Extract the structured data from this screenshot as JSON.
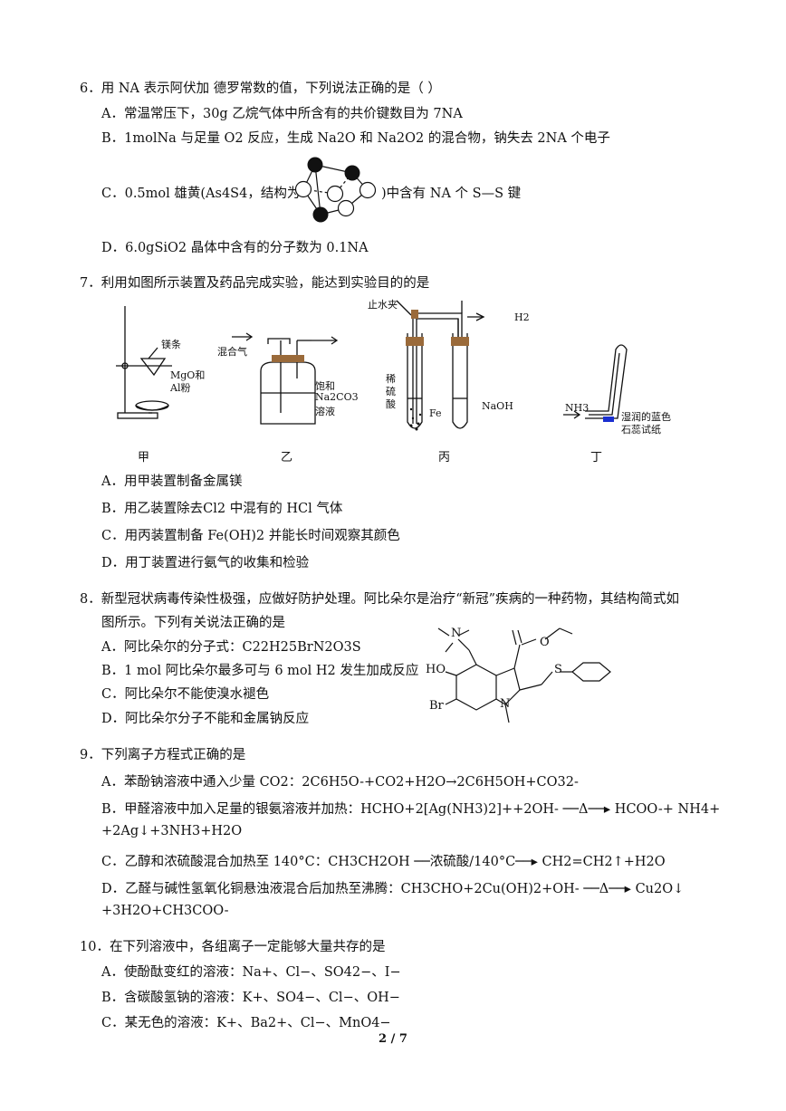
{
  "q6": {
    "stem": "6．用 NA 表示阿伏加  德罗常数的值，下列说法正确的是（    ）",
    "a": "A．常温常压下，30g 乙烷气体中所含有的共价键数目为 7NA",
    "b": "B．1molNa 与足量 O2 反应，生成 Na2O 和 Na2O2 的混合物，钠失去 2NA 个电子",
    "c_pre": "C．0.5mol 雄黄(As4S4，结构为",
    "c_post": ")中含有 NA 个 S—S 键",
    "d": "D．6.0gSiO2 晶体中含有的分子数为 0.1NA"
  },
  "q7": {
    "stem": "7．利用如图所示装置及药品完成实验，能达到实验目的的是",
    "labels": {
      "mg": "镁条",
      "mgo": "MgO和",
      "al": "Al粉",
      "mixed_gas": "混合气",
      "sat1": "饱和",
      "sat2": "Na2CO3",
      "sat3": "溶液",
      "clamp": "止水夹",
      "h2": "H2",
      "dil1": "稀",
      "dil2": "硫",
      "dil3": "酸",
      "fe": "Fe",
      "naoh": "NaOH",
      "nh3": "NH3",
      "paper1": "湿润的蓝色",
      "paper2": "石蕊试纸"
    },
    "captions": [
      "甲",
      "乙",
      "丙",
      "丁"
    ],
    "a": "A．用甲装置制备金属镁",
    "b": "B．用乙装置除去Cl2 中混有的 HCl 气体",
    "c": "C．用丙装置制备 Fe(OH)2 并能长时间观察其颜色",
    "d": "D．用丁装置进行氨气的收集和检验"
  },
  "q8": {
    "stem1": "8．新型冠状病毒传染性极强，应做好防护处理。阿比朵尔是治疗“新冠”疾病的一种药物，其结构简式如",
    "stem2": "图所示。下列有关说法正确的是",
    "a": "A．阿比朵尔的分子式：C22H25BrN2O3S",
    "b": "B．1 mol 阿比朵尔最多可与 6 mol H2 发生加成反应",
    "c": "C．阿比朵尔不能使溴水褪色",
    "d": "D．阿比朵尔分子不能和金属钠反应",
    "atoms": {
      "n": "N",
      "o": "O",
      "s": "S",
      "ho": "HO",
      "br": "Br"
    }
  },
  "q9": {
    "stem": "9．下列离子方程式正确的是",
    "a": "A．苯酚钠溶液中通入少量 CO2：2C6H5O-+CO2+H2O→2C6H5OH+CO32-",
    "b1": "B．甲醛溶液中加入足量的银氨溶液并加热：HCHO+2[Ag(NH3)2]++2OH-  ──Δ──▸  HCOO-+ NH4+",
    "b2": "+2Ag↓+3NH3+H2O",
    "c": "C．乙醇和浓硫酸混合加热至 140°C：CH3CH2OH ──浓硫酸/140°C──▸ CH2=CH2↑+H2O",
    "d1": "D．乙醛与碱性氢氧化铜悬浊液混合后加热至沸腾：CH3CHO+2Cu(OH)2+OH-  ──Δ──▸  Cu2O↓",
    "d2": "+3H2O+CH3COO-"
  },
  "q10": {
    "stem": "10．在下列溶液中，各组离子一定能够大量共存的是",
    "a": "A．使酚酞变红的溶液：Na+、Cl−、SO42−、I−",
    "b": "B．含碳酸氢钠的溶液：K+、SO4−、Cl−、OH−",
    "c": "C．某无色的溶液：K+、Ba2+、Cl−、MnO4−"
  },
  "page": "2 / 7",
  "colors": {
    "text": "#111111",
    "fill_dark": "#111111",
    "litmus": "#1a2fd0",
    "brown": "#9a6a3a"
  }
}
